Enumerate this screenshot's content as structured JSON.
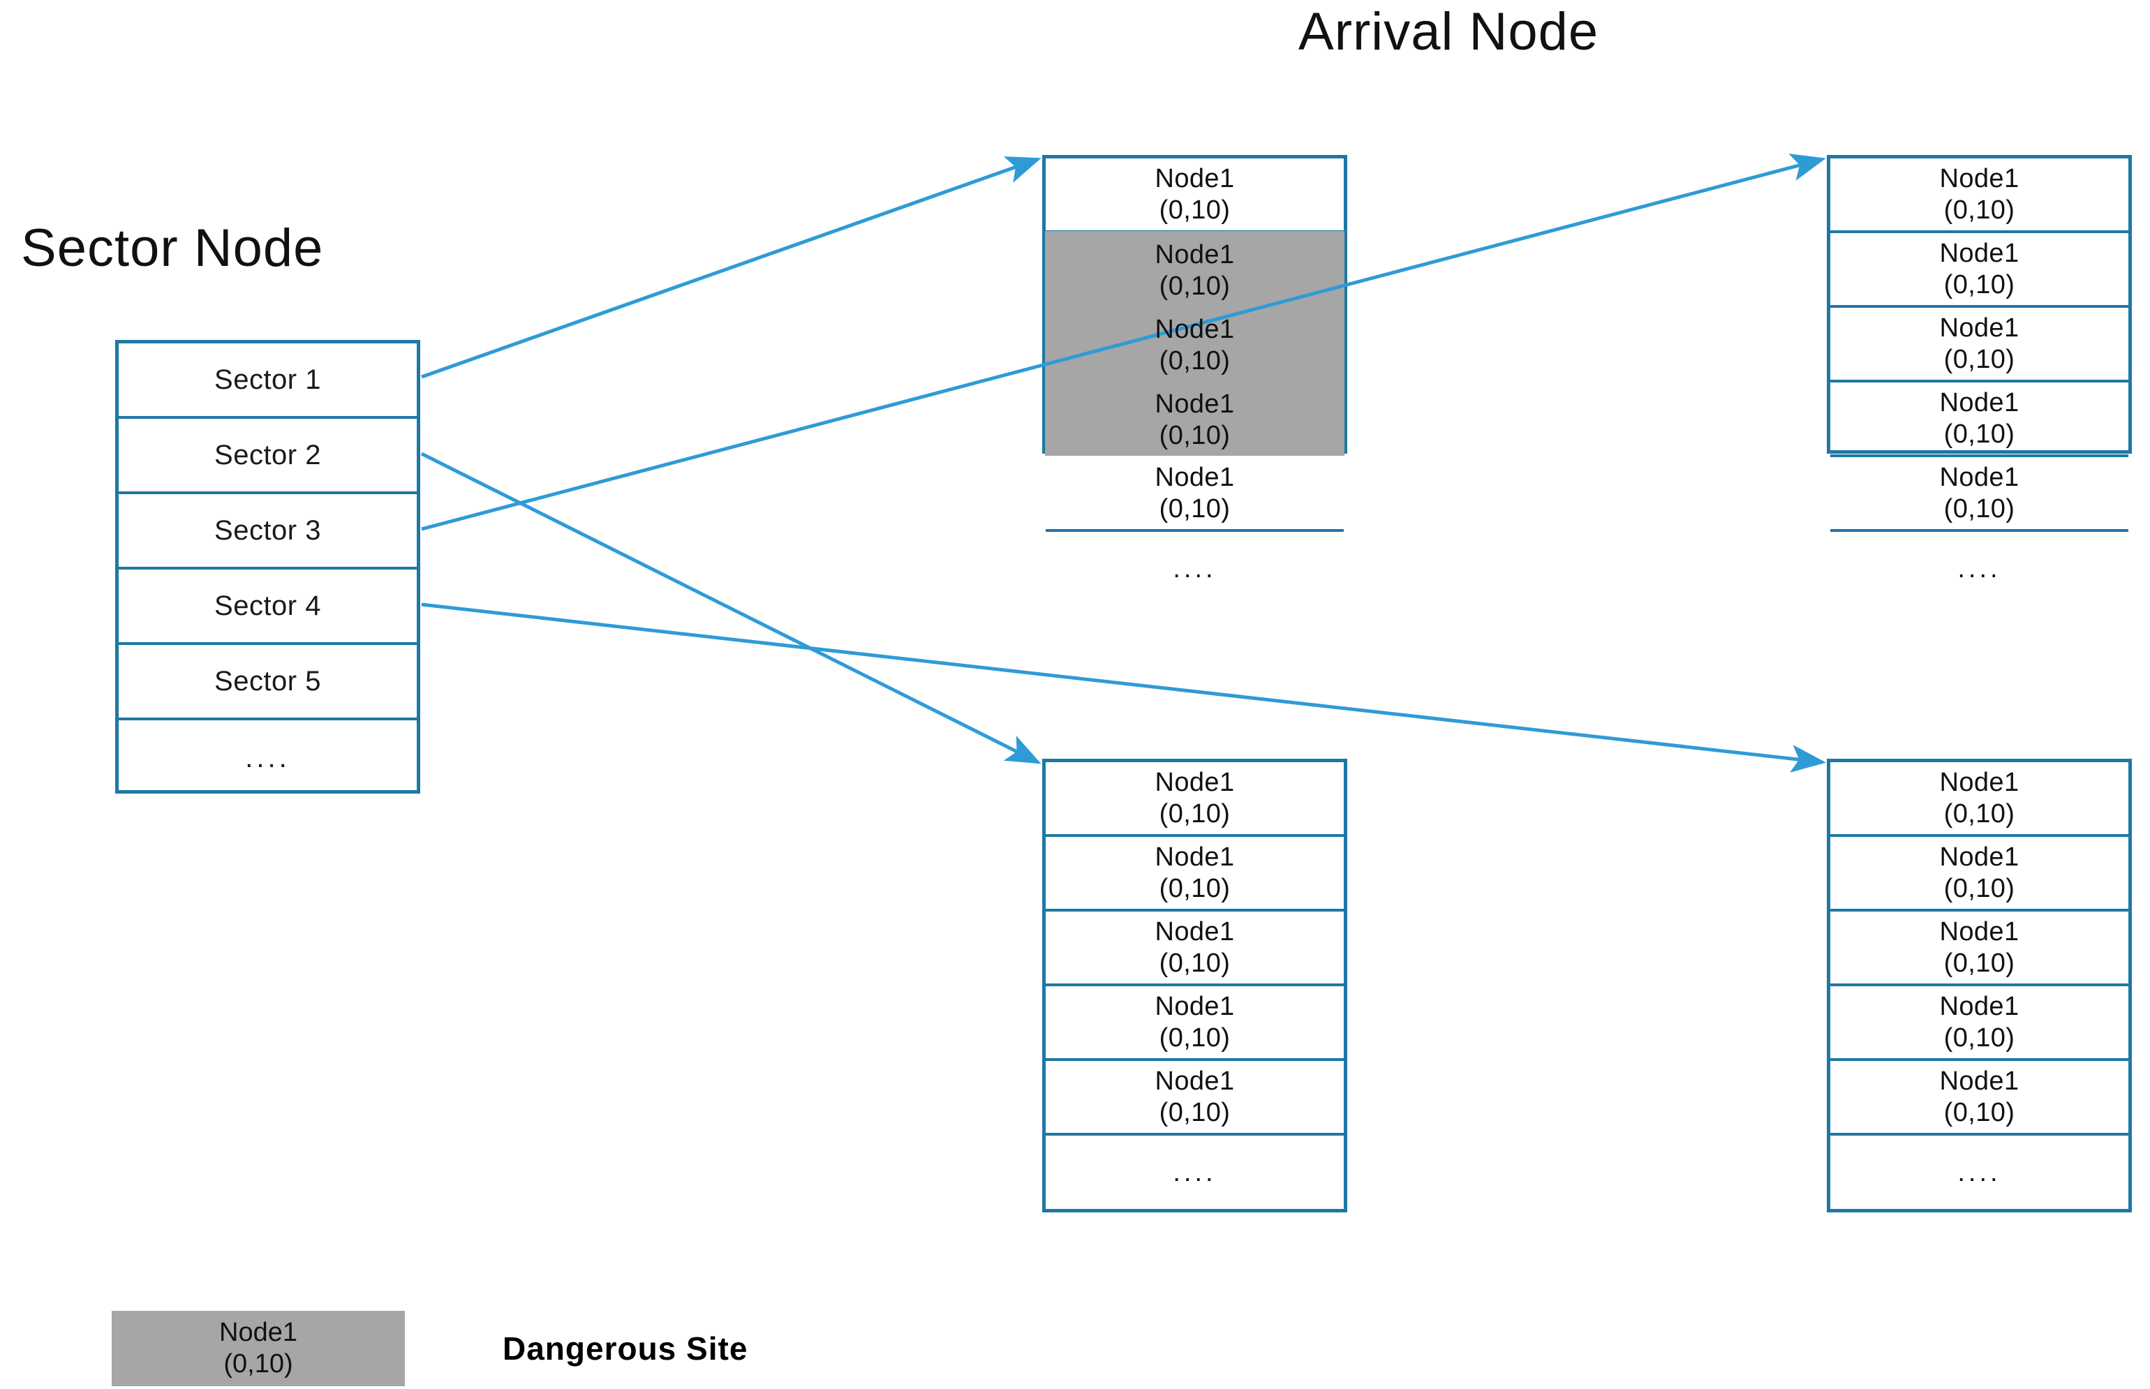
{
  "headings": {
    "sector": "Sector Node",
    "arrival": "Arrival Node"
  },
  "sector_table": {
    "name": "Sector Node",
    "rows": [
      {
        "label": "Sector 1"
      },
      {
        "label": "Sector 2"
      },
      {
        "label": "Sector 3"
      },
      {
        "label": "Sector 4"
      },
      {
        "label": "Sector 5"
      },
      {
        "label": "...."
      }
    ]
  },
  "arrival_tables": [
    {
      "id": "top-left",
      "rows": [
        {
          "line1": "Node1",
          "line2": "(0,10)",
          "dangerous": false
        },
        {
          "line1": "Node1",
          "line2": "(0,10)",
          "dangerous": true
        },
        {
          "line1": "Node1",
          "line2": "(0,10)",
          "dangerous": true
        },
        {
          "line1": "Node1",
          "line2": "(0,10)",
          "dangerous": true
        },
        {
          "line1": "Node1",
          "line2": "(0,10)",
          "dangerous": false
        },
        {
          "line1": "....",
          "line2": "",
          "dangerous": false
        }
      ]
    },
    {
      "id": "top-right",
      "rows": [
        {
          "line1": "Node1",
          "line2": "(0,10)",
          "dangerous": false
        },
        {
          "line1": "Node1",
          "line2": "(0,10)",
          "dangerous": false
        },
        {
          "line1": "Node1",
          "line2": "(0,10)",
          "dangerous": false
        },
        {
          "line1": "Node1",
          "line2": "(0,10)",
          "dangerous": false
        },
        {
          "line1": "Node1",
          "line2": "(0,10)",
          "dangerous": false
        },
        {
          "line1": "....",
          "line2": "",
          "dangerous": false
        }
      ]
    },
    {
      "id": "bottom-left",
      "rows": [
        {
          "line1": "Node1",
          "line2": "(0,10)",
          "dangerous": false
        },
        {
          "line1": "Node1",
          "line2": "(0,10)",
          "dangerous": false
        },
        {
          "line1": "Node1",
          "line2": "(0,10)",
          "dangerous": false
        },
        {
          "line1": "Node1",
          "line2": "(0,10)",
          "dangerous": false
        },
        {
          "line1": "Node1",
          "line2": "(0,10)",
          "dangerous": false
        },
        {
          "line1": "....",
          "line2": "",
          "dangerous": false
        }
      ]
    },
    {
      "id": "bottom-right",
      "rows": [
        {
          "line1": "Node1",
          "line2": "(0,10)",
          "dangerous": false
        },
        {
          "line1": "Node1",
          "line2": "(0,10)",
          "dangerous": false
        },
        {
          "line1": "Node1",
          "line2": "(0,10)",
          "dangerous": false
        },
        {
          "line1": "Node1",
          "line2": "(0,10)",
          "dangerous": false
        },
        {
          "line1": "Node1",
          "line2": "(0,10)",
          "dangerous": false
        },
        {
          "line1": "....",
          "line2": "",
          "dangerous": false
        }
      ]
    }
  ],
  "connections": [
    {
      "from": "Sector 1",
      "to": "top-left"
    },
    {
      "from": "Sector 2",
      "to": "bottom-left"
    },
    {
      "from": "Sector 3",
      "to": "top-right"
    },
    {
      "from": "Sector 4",
      "to": "bottom-right"
    }
  ],
  "legend": {
    "swatch_line1": "Node1",
    "swatch_line2": "(0,10)",
    "label": "Dangerous Site"
  },
  "colors": {
    "table_border": "#1E78A5",
    "arrow": "#2E9BD6",
    "dangerous_fill": "#A6A6A6",
    "background": "#FFFFFF",
    "text": "#111111"
  }
}
